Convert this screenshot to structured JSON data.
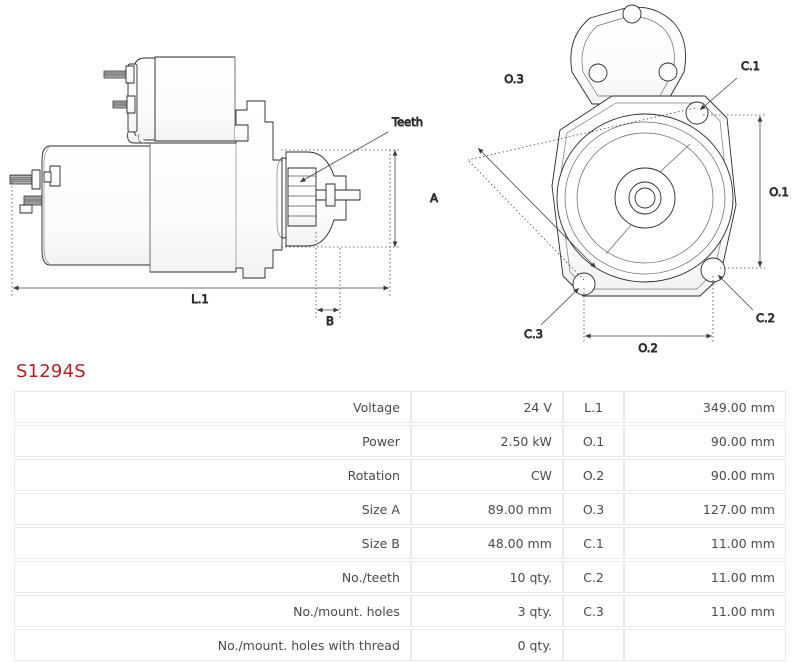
{
  "part": {
    "number": "S1294S",
    "accent_color": "#b02027"
  },
  "drawings": {
    "side_view": {
      "name": "starter-side-view",
      "labels": {
        "teeth": "Teeth",
        "size_a": "A",
        "size_b": "B",
        "length_l1": "L.1"
      }
    },
    "end_view": {
      "name": "starter-end-view",
      "labels": {
        "o1": "O.1",
        "o2": "O.2",
        "o3": "O.3",
        "c1": "C.1",
        "c2": "C.2",
        "c3": "C.3"
      }
    }
  },
  "spec_table": {
    "rows": [
      {
        "label": "Voltage",
        "value": "24 V",
        "code": "L.1",
        "dim": "349.00 mm"
      },
      {
        "label": "Power",
        "value": "2.50 kW",
        "code": "O.1",
        "dim": "90.00 mm"
      },
      {
        "label": "Rotation",
        "value": "CW",
        "code": "O.2",
        "dim": "90.00 mm"
      },
      {
        "label": "Size A",
        "value": "89.00 mm",
        "code": "O.3",
        "dim": "127.00 mm"
      },
      {
        "label": "Size B",
        "value": "48.00 mm",
        "code": "C.1",
        "dim": "11.00 mm"
      },
      {
        "label": "No./teeth",
        "value": "10 qty.",
        "code": "C.2",
        "dim": "11.00 mm"
      },
      {
        "label": "No./mount. holes",
        "value": "3 qty.",
        "code": "C.3",
        "dim": "11.00 mm"
      },
      {
        "label": "No./mount. holes with thread",
        "value": "0 qty.",
        "code": "",
        "dim": ""
      }
    ]
  }
}
